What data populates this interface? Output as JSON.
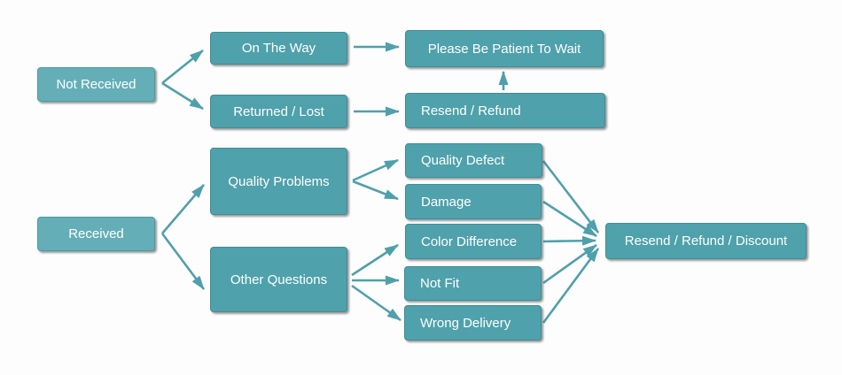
{
  "diagram": {
    "type": "flowchart",
    "background": "#fdfdfd",
    "colors": {
      "box_fill": "#4fa1ab",
      "box_fill_light": "#64afb7",
      "box_border": "#3e8e97",
      "arrow": "#4fa0aa",
      "text": "#ffffff"
    },
    "nodes": [
      {
        "id": "not-received",
        "label": "Not Received"
      },
      {
        "id": "received",
        "label": "Received"
      },
      {
        "id": "on-the-way",
        "label": "On The Way"
      },
      {
        "id": "returned-lost",
        "label": "Returned / Lost"
      },
      {
        "id": "quality-problems",
        "label": "Quality Problems"
      },
      {
        "id": "other-questions",
        "label": "Other Questions"
      },
      {
        "id": "please-be-patient-to-wait",
        "label": "Please Be Patient To Wait"
      },
      {
        "id": "resend-refund",
        "label": "Resend / Refund"
      },
      {
        "id": "quality-defect",
        "label": "Quality Defect"
      },
      {
        "id": "damage",
        "label": "Damage"
      },
      {
        "id": "color-difference",
        "label": "Color Difference"
      },
      {
        "id": "not-fit",
        "label": "Not Fit"
      },
      {
        "id": "wrong-delivery",
        "label": "Wrong Delivery"
      },
      {
        "id": "resend-refund-discount",
        "label": "Resend / Refund / Discount"
      }
    ],
    "edges": [
      {
        "from": "not-received",
        "to": "on-the-way"
      },
      {
        "from": "not-received",
        "to": "returned-lost"
      },
      {
        "from": "on-the-way",
        "to": "please-be-patient-to-wait"
      },
      {
        "from": "returned-lost",
        "to": "resend-refund"
      },
      {
        "from": "resend-refund",
        "to": "please-be-patient-to-wait"
      },
      {
        "from": "received",
        "to": "quality-problems"
      },
      {
        "from": "received",
        "to": "other-questions"
      },
      {
        "from": "quality-problems",
        "to": "quality-defect"
      },
      {
        "from": "quality-problems",
        "to": "damage"
      },
      {
        "from": "other-questions",
        "to": "color-difference"
      },
      {
        "from": "other-questions",
        "to": "not-fit"
      },
      {
        "from": "other-questions",
        "to": "wrong-delivery"
      },
      {
        "from": "quality-defect",
        "to": "resend-refund-discount"
      },
      {
        "from": "damage",
        "to": "resend-refund-discount"
      },
      {
        "from": "color-difference",
        "to": "resend-refund-discount"
      },
      {
        "from": "not-fit",
        "to": "resend-refund-discount"
      },
      {
        "from": "wrong-delivery",
        "to": "resend-refund-discount"
      }
    ]
  }
}
